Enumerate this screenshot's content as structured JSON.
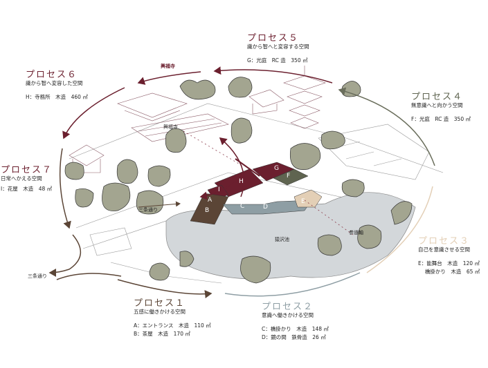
{
  "colors": {
    "maroon": "#6b1f2e",
    "brown": "#5b4536",
    "blue_grey": "#8e9ea4",
    "beige": "#e3cfb6",
    "olive": "#5f6450",
    "tree": "#a3a590",
    "pond": "#d3d7da"
  },
  "processes": [
    {
      "title": "プロセス１",
      "subtitle": "五感に働きかける空間",
      "specs": [
        "A：エントランス　木造　110 ㎡",
        "B：茶屋　木造　170 ㎡"
      ]
    },
    {
      "title": "プロセス２",
      "subtitle": "意識へ働きかける空間",
      "specs": [
        "C：橋掛かり　木造　148 ㎡",
        "D：鏡の間　鉄骨造　26 ㎡"
      ]
    },
    {
      "title": "プロセス３",
      "subtitle": "自己を意識させる空間",
      "specs": [
        "E：能舞台　木造　120 ㎡",
        "　 橋掛かり　木造　65 ㎡"
      ]
    },
    {
      "title": "プロセス４",
      "subtitle": "無意識へと向かう空間",
      "specs": [
        "F：光庭　RC 造　350 ㎡"
      ]
    },
    {
      "title": "プロセス５",
      "subtitle": "識から智へと変容する空間",
      "specs": [
        "G：光庭　RC 造　350 ㎡"
      ]
    },
    {
      "title": "プロセス６",
      "subtitle": "識から智へ変容した空間",
      "specs": [
        "H：寺務所　木造　460 ㎡"
      ]
    },
    {
      "title": "プロセス７",
      "subtitle": "日常へかえる空間",
      "specs": [
        "I：花屋　木造　48 ㎡"
      ]
    }
  ],
  "map_labels": {
    "kofukuji_top": "興福寺",
    "kofukuji": "興福寺",
    "sanjo_dori_1": "三条通り",
    "sanjo_dori_2": "三条通り",
    "sarusawa_pond": "猿沢池",
    "sando_axis": "参道軸"
  },
  "building_labels": [
    "A",
    "B",
    "C",
    "D",
    "E",
    "F",
    "G",
    "H",
    "I"
  ]
}
